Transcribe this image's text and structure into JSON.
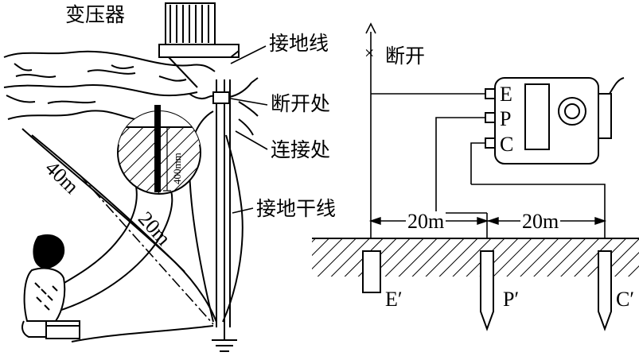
{
  "labels": {
    "transformer": "变压器",
    "ground_wire": "接地线",
    "disconnect_point": "断开处",
    "connection_point": "连接处",
    "ground_trunk": "接地干线",
    "disconnect": "断开",
    "dist_40m": "40m",
    "dist_20m_slant": "20m",
    "depth_400mm": "400mm",
    "spacing_1": "20m",
    "spacing_2": "20m",
    "open_mark": "×"
  },
  "meter_terminals": [
    "E",
    "P",
    "C"
  ],
  "electrodes": [
    "E′",
    "P′",
    "C′"
  ],
  "colors": {
    "line": "#000000",
    "background": "#ffffff"
  }
}
